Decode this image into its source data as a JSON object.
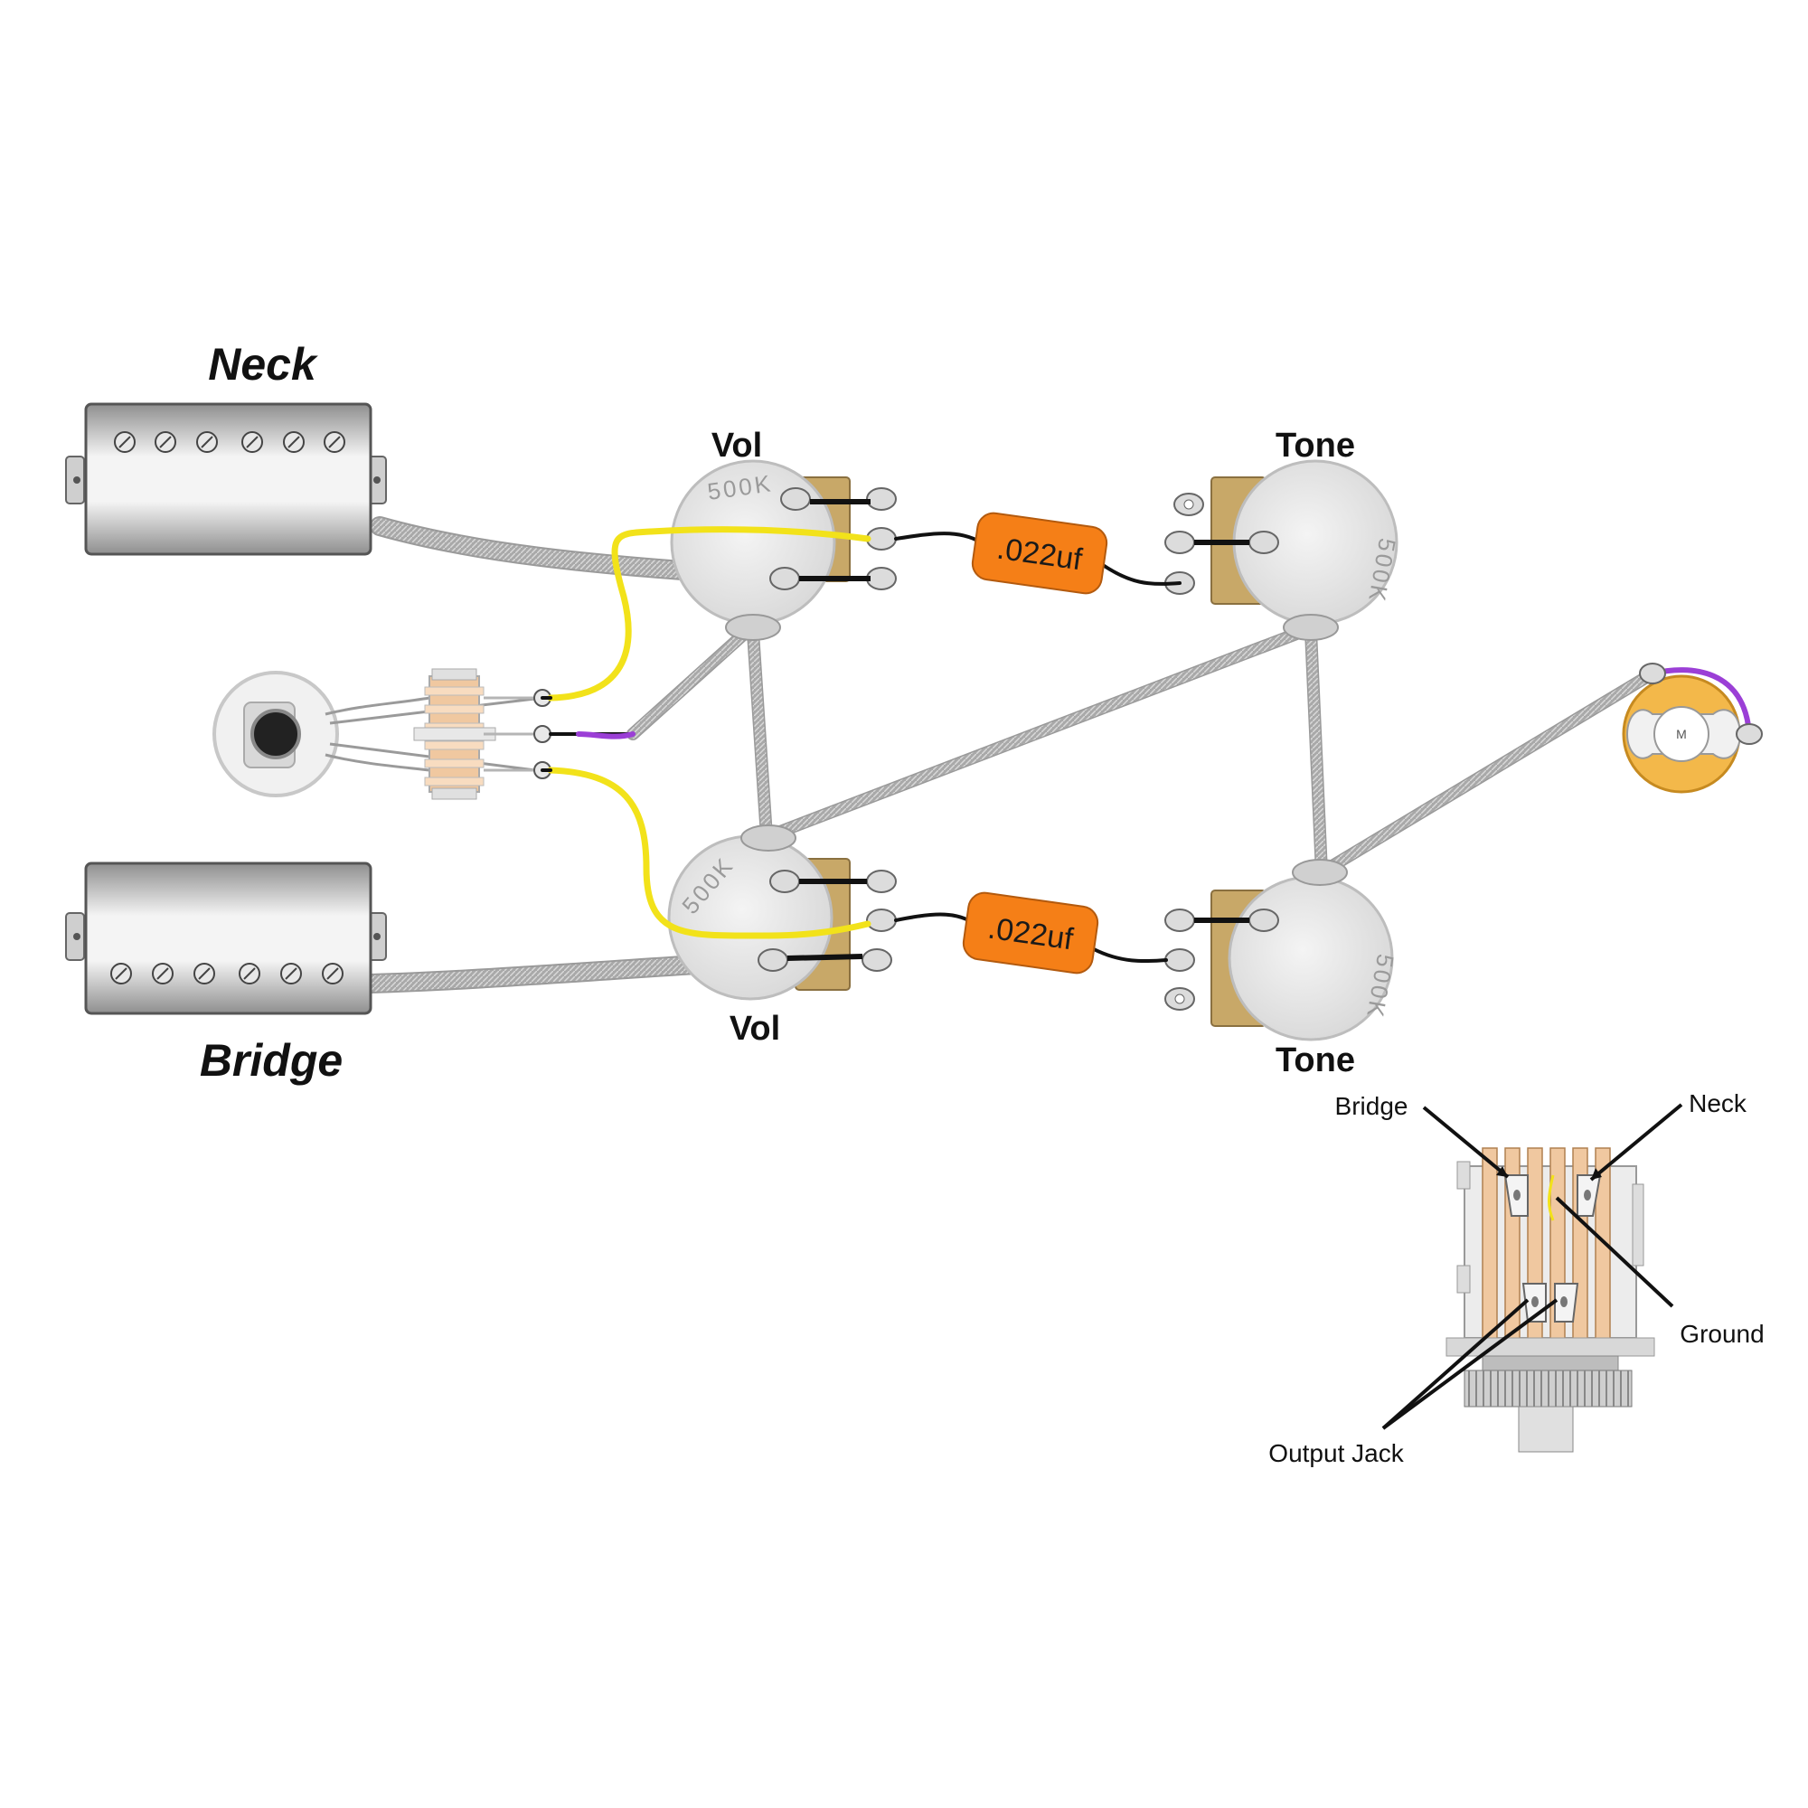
{
  "pickups": {
    "neck_label": "Neck",
    "bridge_label": "Bridge"
  },
  "pots": {
    "neck_vol_label": "Vol",
    "neck_tone_label": "Tone",
    "bridge_vol_label": "Vol",
    "bridge_tone_label": "Tone",
    "rating": "500K"
  },
  "capacitors": {
    "neck_value": ".022uf",
    "bridge_value": ".022uf"
  },
  "output_jack": {
    "marking": "M"
  },
  "switch_detail": {
    "bridge_label": "Bridge",
    "neck_label": "Neck",
    "ground_label": "Ground",
    "output_label": "Output Jack"
  },
  "colors": {
    "signal_wire": "#f2e21a",
    "jumper_wire": "#9b3fd6",
    "capacitor": "#f57f17",
    "braided_cable": "#a8a8a8",
    "pot_body": "#ececec",
    "pot_lug_base": "#c8a868"
  }
}
